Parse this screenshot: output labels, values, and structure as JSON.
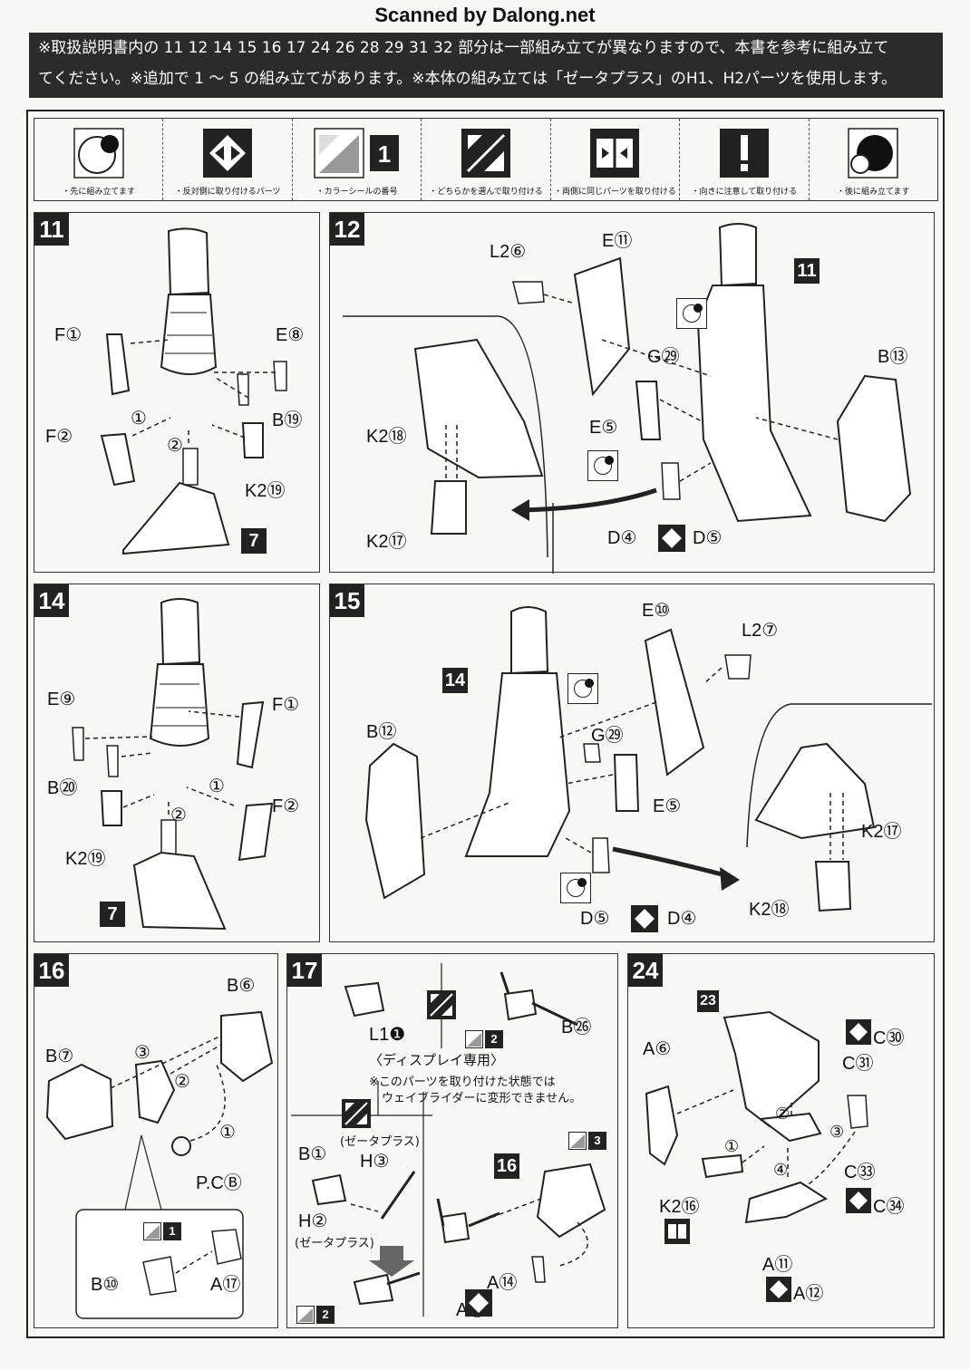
{
  "header": {
    "scanned_by": "Scanned by Dalong.net"
  },
  "notice": {
    "line1": "※取扱説明書内の 11 12 14 15 16 17 24 26 28 29 31 32 部分は一部組み立てが異なりますので、本書を参考に組み立て",
    "line2": "てください。※追加で 1 ～ 5 の組み立てがあります。※本体の組み立ては「ゼータプラス」のH1、H2パーツを使用します。"
  },
  "legend": [
    {
      "icon": "assemble-first-icon",
      "caption": "・先に組み立てます"
    },
    {
      "icon": "opposite-side-icon",
      "caption": "・反対側に取り付けるパーツ"
    },
    {
      "icon": "color-sticker-icon",
      "caption": "・カラーシールの番号",
      "number": "1"
    },
    {
      "icon": "choose-one-icon",
      "caption": "・どちらかを選んで取り付ける"
    },
    {
      "icon": "same-both-sides-icon",
      "caption": "・両側に同じパーツを取り付ける"
    },
    {
      "icon": "caution-icon",
      "caption": "・向きに注意して取り付ける"
    },
    {
      "icon": "assemble-later-icon",
      "caption": "・後に組み立てます"
    }
  ],
  "steps": {
    "s11": {
      "num": "11",
      "labels": [
        "F①",
        "E⑧",
        "B⑲",
        "F②",
        "K2⑲",
        "①",
        "②"
      ],
      "ref": "7"
    },
    "s12": {
      "num": "12",
      "labels": [
        "L2⑥",
        "E⑪",
        "B⑬",
        "G㉙",
        "E⑤",
        "K2⑱",
        "K2⑰",
        "D④",
        "D⑤"
      ],
      "ref": "11"
    },
    "s14": {
      "num": "14",
      "labels": [
        "E⑨",
        "F①",
        "B⑳",
        "F②",
        "K2⑲",
        "①",
        "②"
      ],
      "ref": "7"
    },
    "s15": {
      "num": "15",
      "labels": [
        "E⑩",
        "L2⑦",
        "B⑫",
        "G㉙",
        "E⑤",
        "K2⑰",
        "K2⑱",
        "D⑤",
        "D④"
      ],
      "ref": "14"
    },
    "s16": {
      "num": "16",
      "labels": [
        "B⑥",
        "B⑦",
        "P.CⒷ",
        "B⑩",
        "A⑰",
        "③",
        "②",
        "①"
      ],
      "sticker": "1"
    },
    "s17": {
      "num": "17",
      "labels": [
        "L1❶",
        "B㉖",
        "B①",
        "H③",
        "H②",
        "A⑭",
        "A⑬"
      ],
      "display_only": "〈ディスプレイ専用〉",
      "note1": "※このパーツを取り付けた状態では",
      "note2": "ウェイブライダーに変形できません。",
      "zeta1": "(ゼータプラス)",
      "zeta2": "(ゼータプラス)",
      "stickers": [
        "2",
        "3",
        "2"
      ],
      "ref": "16"
    },
    "s24": {
      "num": "24",
      "labels": [
        "A⑥",
        "C㉚",
        "C㉛",
        "C㉝",
        "C㉞",
        "K2⑯",
        "A⑪",
        "A⑫",
        "①",
        "②",
        "③",
        "④"
      ],
      "ref": "23"
    }
  }
}
